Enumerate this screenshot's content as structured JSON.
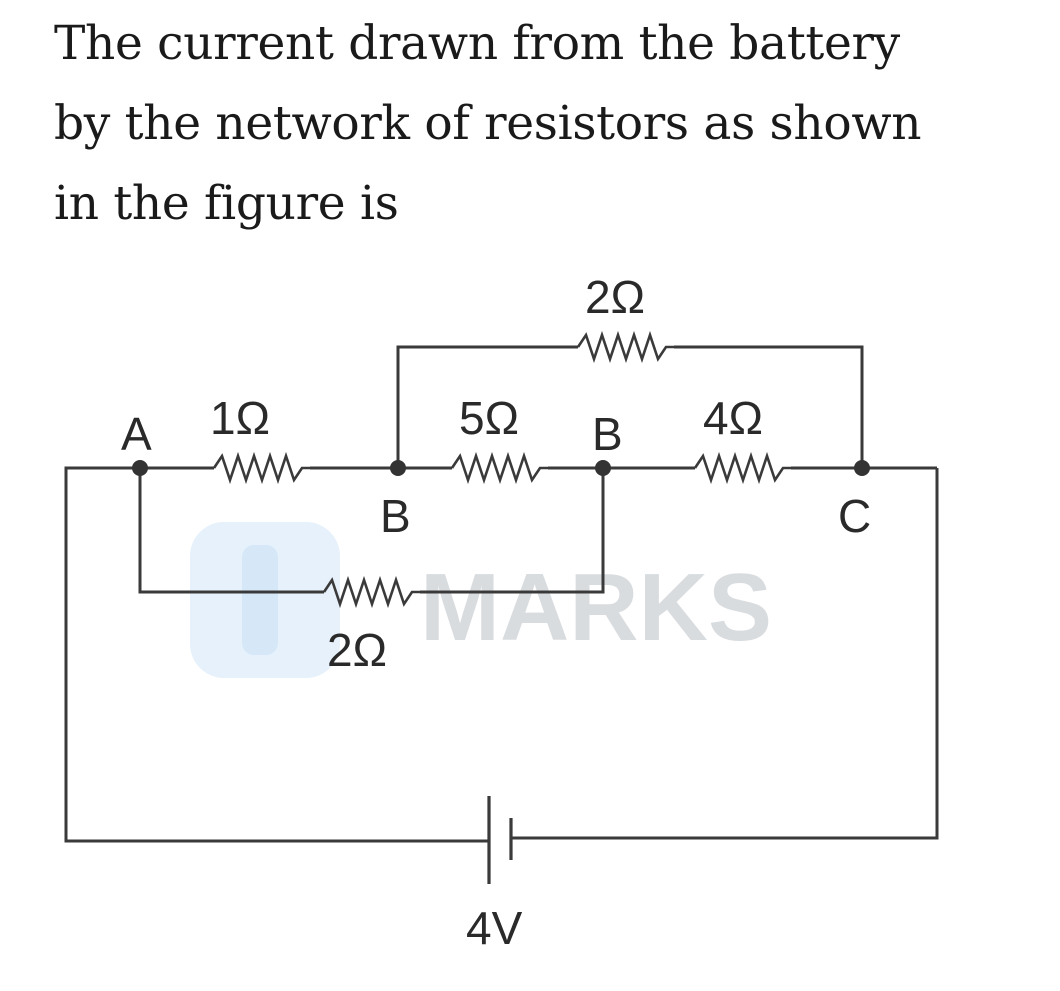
{
  "question": {
    "lines": [
      "The current drawn from the battery",
      "by the network of resistors as shown",
      "in the figure is"
    ]
  },
  "watermark": {
    "text": "MARKS",
    "badge_color": "#e6f1fb",
    "text_color": "#d9dcdf"
  },
  "circuit": {
    "nodes": {
      "A": "A",
      "B_left": "B",
      "B_right": "B",
      "C": "C"
    },
    "resistors": {
      "r_top": "2Ω",
      "r_AB": "1Ω",
      "r_BB": "5Ω",
      "r_BC": "4Ω",
      "r_bottom": "2Ω"
    },
    "battery": "4V"
  },
  "colors": {
    "wire": "#3a3a3a",
    "text": "#1a1a1a"
  }
}
